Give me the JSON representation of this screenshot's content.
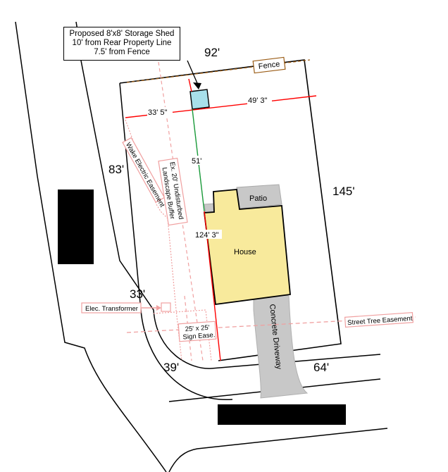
{
  "callout": {
    "line1": "Proposed 8'x8' Storage Shed",
    "line2": "10' from Rear Property Line",
    "line3": "7.5' from Fence"
  },
  "dimensions": {
    "rear": "92'",
    "left_upper": "83'",
    "left_lower": "33'",
    "right": "145'",
    "front_left": "39'",
    "front_right": "64'",
    "shed_to_left": "33' 5\"",
    "shed_to_right": "49' 3\"",
    "shed_to_house": "51'",
    "shed_to_front": "124' 3\""
  },
  "labels": {
    "fence": "Fence",
    "house": "House",
    "patio": "Patio",
    "driveway": "Concrete Driveway",
    "wake_easement": "Wake Electric Easement",
    "buffer_line1": "Ex. 20' Undisturbed",
    "buffer_line2": "Landscape Buffer",
    "transformer": "Elec. Transformer",
    "sign_line1": "25' x 25'",
    "sign_line2": "Sign Ease.",
    "street_tree": "Street Tree Easement"
  },
  "colors": {
    "property_line": "#000000",
    "measure_red": "#ff0000",
    "measure_green": "#1a9a3a",
    "fence": "#9a5b14",
    "easement": "#f0a0a0",
    "house_fill": "#f8ea9c",
    "patio_fill": "#c8c8c8",
    "shed_fill": "#a8e0ea",
    "redaction": "#000000"
  }
}
